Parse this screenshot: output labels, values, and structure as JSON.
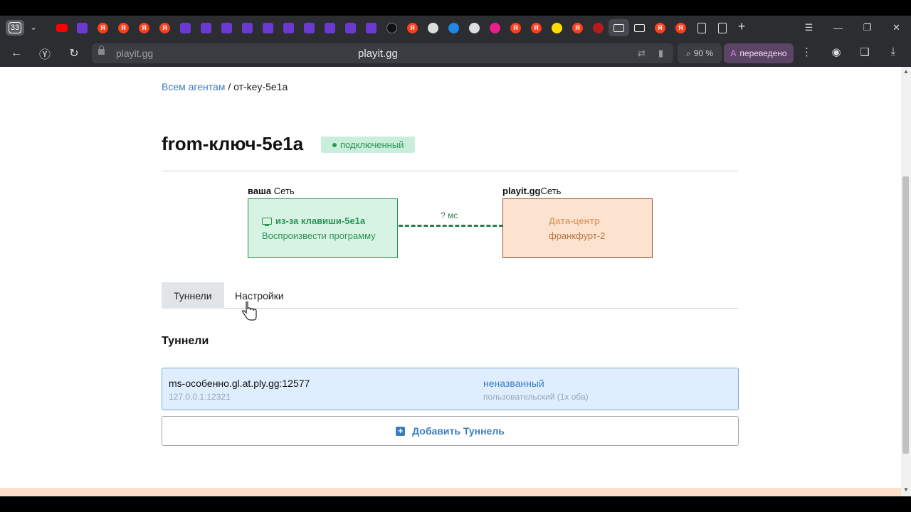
{
  "browser": {
    "tab_count": "33",
    "address_short": "playit.gg",
    "address_center": "playit.gg",
    "zoom": "90 %",
    "translated_label": "переведено",
    "tab_favicons": [
      "youtube",
      "purple",
      "yandex",
      "yandex",
      "yandex",
      "yandex",
      "game",
      "game",
      "game",
      "game",
      "game",
      "game",
      "game",
      "game",
      "game",
      "game",
      "dark",
      "yandex",
      "github",
      "blue",
      "white",
      "pink",
      "yandex",
      "yandex",
      "yellow",
      "yandex",
      "dark-red",
      "monitor",
      "monitor",
      "yandex",
      "yandex",
      "document",
      "document"
    ],
    "tab_favicon_letter": "Я"
  },
  "breadcrumb": {
    "link": "Всем агентам",
    "separator": "/",
    "current": "от-key-5e1a"
  },
  "agent": {
    "title": "from-ключ-5e1a",
    "status": "подключенный"
  },
  "diagram": {
    "left_label_bold": "ваша",
    "left_label": " Сеть",
    "left_box_title": "из-за клавиши-5e1a",
    "left_box_subtitle": "Воспроизвести программу",
    "latency": "? мс",
    "right_label_bold": "playit.gg",
    "right_label": "Сеть",
    "right_box_title": "Дата-центр",
    "right_box_subtitle": "франкфурт-2"
  },
  "tabs": {
    "tunnels": "Туннели",
    "settings": "Настройки"
  },
  "tunnels_section": {
    "title": "Туннели",
    "items": [
      {
        "address": "ms-особенно.gl.at.ply.gg:12577",
        "local": "127.0.0.1:12321",
        "name": "неназванный",
        "type": "пользовательский (1х оба)"
      }
    ],
    "add_button": "Добавить Туннель"
  },
  "colors": {
    "link_blue": "#3b7dc0",
    "connected_green": "#2e9458",
    "datacenter_brown": "#a0522d"
  }
}
